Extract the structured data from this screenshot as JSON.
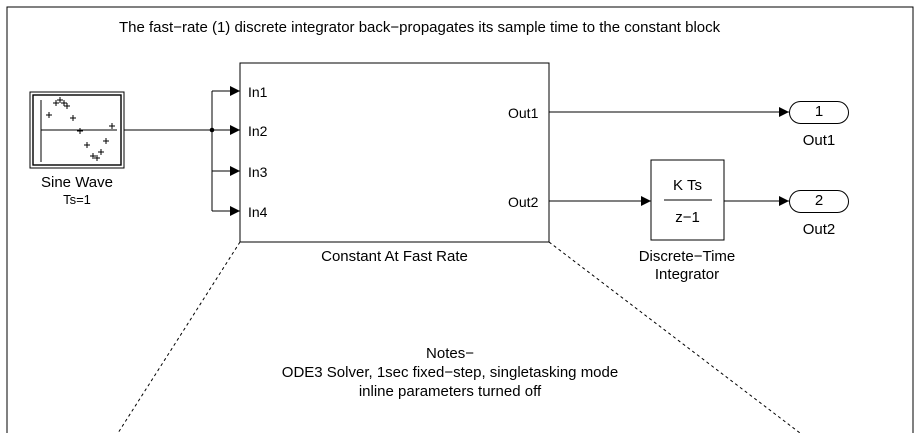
{
  "header": {
    "annotation": "The fast−rate (1) discrete integrator back−propagates its sample time to the constant block"
  },
  "blocks": {
    "sine_wave": {
      "name": "Sine Wave",
      "sample_label": "Ts=1"
    },
    "subsystem": {
      "name": "Constant At Fast Rate",
      "inports": [
        "In1",
        "In2",
        "In3",
        "In4"
      ],
      "outports": [
        "Out1",
        "Out2"
      ]
    },
    "integrator": {
      "numerator": "K Ts",
      "denominator": "z−1",
      "name_line1": "Discrete−Time",
      "name_line2": "Integrator"
    },
    "out1": {
      "port_number": "1",
      "name": "Out1"
    },
    "out2": {
      "port_number": "2",
      "name": "Out2"
    }
  },
  "notes": {
    "title": "Notes−",
    "line1": "ODE3 Solver, 1sec fixed−step, singletasking mode",
    "line2": "inline parameters turned off"
  }
}
